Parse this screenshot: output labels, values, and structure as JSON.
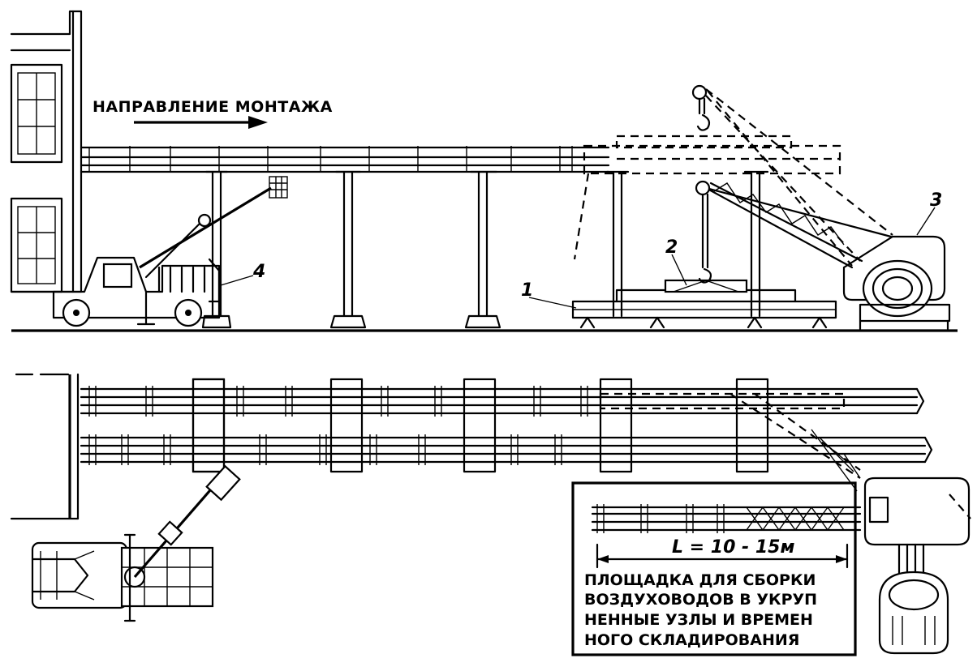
{
  "direction_label": "НАПРАВЛЕНИЕ МОНТАЖА",
  "callouts": [
    "1",
    "2",
    "3",
    "4"
  ],
  "dimension_label": "L = 10 - 15м",
  "assembly_area_caption": [
    "ПЛОЩАДКА ДЛЯ СБОРКИ",
    "ВОЗДУХОВОДОВ В УКРУП",
    "НЕННЫЕ УЗЛЫ И ВРЕМЕН",
    "НОГО  СКЛАДИРОВАНИЯ"
  ]
}
